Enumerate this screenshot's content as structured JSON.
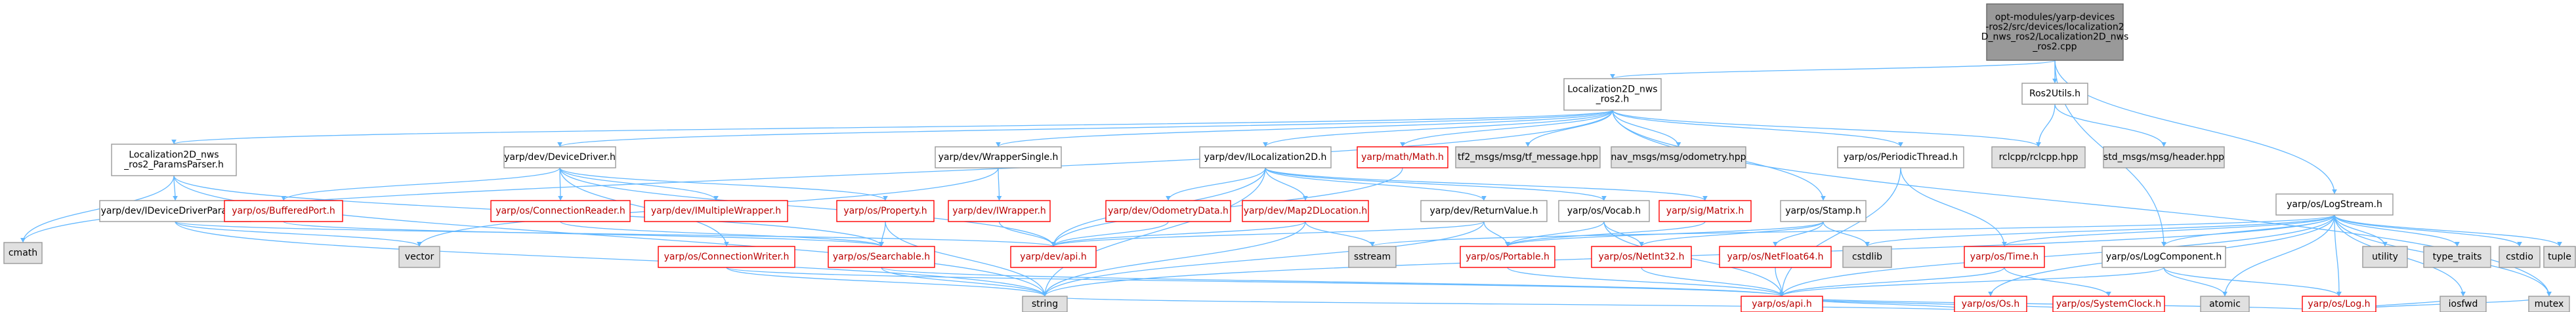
{
  "colors": {
    "root_fill": "#999999",
    "edge": "#63b8ff",
    "missing_fill": "#e0e0e0",
    "red_border": "#ff0000"
  },
  "nodes": [
    {
      "id": "root",
      "lines": [
        "opt-modules/yarp-devices",
        "-ros2/src/devices/localization2",
        "D_nws_ros2/Localization2D_nws",
        "_ros2.cpp"
      ],
      "kind": "root"
    },
    {
      "id": "loc_h",
      "lines": [
        "Localization2D_nws",
        "_ros2.h"
      ],
      "kind": "plain"
    },
    {
      "id": "ros2utils",
      "lines": [
        "Ros2Utils.h"
      ],
      "kind": "plain"
    },
    {
      "id": "logstream",
      "lines": [
        "yarp/os/LogStream.h"
      ],
      "kind": "plain"
    },
    {
      "id": "cmath",
      "lines": [
        "cmath"
      ],
      "kind": "grey"
    },
    {
      "id": "params",
      "lines": [
        "Localization2D_nws",
        "_ros2_ParamsParser.h"
      ],
      "kind": "plain"
    },
    {
      "id": "devicedriver",
      "lines": [
        "yarp/dev/DeviceDriver.h"
      ],
      "kind": "plain"
    },
    {
      "id": "wrappersingle",
      "lines": [
        "yarp/dev/WrapperSingle.h"
      ],
      "kind": "plain"
    },
    {
      "id": "ilocalization",
      "lines": [
        "yarp/dev/ILocalization2D.h"
      ],
      "kind": "plain"
    },
    {
      "id": "mathh",
      "lines": [
        "yarp/math/Math.h"
      ],
      "kind": "red"
    },
    {
      "id": "tf2",
      "lines": [
        "tf2_msgs/msg/tf_message.hpp"
      ],
      "kind": "grey"
    },
    {
      "id": "navmsgs",
      "lines": [
        "nav_msgs/msg/odometry.hpp"
      ],
      "kind": "grey"
    },
    {
      "id": "periodic",
      "lines": [
        "yarp/os/PeriodicThread.h"
      ],
      "kind": "plain"
    },
    {
      "id": "rclcpp",
      "lines": [
        "rclcpp/rclcpp.hpp"
      ],
      "kind": "grey"
    },
    {
      "id": "stdmsgs",
      "lines": [
        "std_msgs/msg/header.hpp"
      ],
      "kind": "grey"
    },
    {
      "id": "idevparams",
      "lines": [
        "yarp/dev/IDeviceDriverParams.h"
      ],
      "kind": "plain"
    },
    {
      "id": "bufferedport",
      "lines": [
        "yarp/os/BufferedPort.h"
      ],
      "kind": "red"
    },
    {
      "id": "connreader",
      "lines": [
        "yarp/os/ConnectionReader.h"
      ],
      "kind": "red"
    },
    {
      "id": "property",
      "lines": [
        "yarp/os/Property.h"
      ],
      "kind": "red"
    },
    {
      "id": "imultiwrapper",
      "lines": [
        "yarp/dev/IMultipleWrapper.h"
      ],
      "kind": "red"
    },
    {
      "id": "iwrapper",
      "lines": [
        "yarp/dev/IWrapper.h"
      ],
      "kind": "red"
    },
    {
      "id": "odomdata",
      "lines": [
        "yarp/dev/OdometryData.h"
      ],
      "kind": "red"
    },
    {
      "id": "map2dloc",
      "lines": [
        "yarp/dev/Map2DLocation.h"
      ],
      "kind": "red"
    },
    {
      "id": "returnvalue",
      "lines": [
        "yarp/dev/ReturnValue.h"
      ],
      "kind": "plain"
    },
    {
      "id": "vocab",
      "lines": [
        "yarp/os/Vocab.h"
      ],
      "kind": "plain"
    },
    {
      "id": "sigmatrix",
      "lines": [
        "yarp/sig/Matrix.h"
      ],
      "kind": "red"
    },
    {
      "id": "stamp",
      "lines": [
        "yarp/os/Stamp.h"
      ],
      "kind": "plain"
    },
    {
      "id": "timeh",
      "lines": [
        "yarp/os/Time.h"
      ],
      "kind": "red"
    },
    {
      "id": "logcomponent",
      "lines": [
        "yarp/os/LogComponent.h"
      ],
      "kind": "plain"
    },
    {
      "id": "typetraits",
      "lines": [
        "type_traits"
      ],
      "kind": "grey"
    },
    {
      "id": "utility",
      "lines": [
        "utility"
      ],
      "kind": "grey"
    },
    {
      "id": "cstdio",
      "lines": [
        "cstdio"
      ],
      "kind": "grey"
    },
    {
      "id": "tuple",
      "lines": [
        "tuple"
      ],
      "kind": "grey"
    },
    {
      "id": "mutex",
      "lines": [
        "mutex"
      ],
      "kind": "grey"
    },
    {
      "id": "vector",
      "lines": [
        "vector"
      ],
      "kind": "grey"
    },
    {
      "id": "connwriter",
      "lines": [
        "yarp/os/ConnectionWriter.h"
      ],
      "kind": "red"
    },
    {
      "id": "searchable",
      "lines": [
        "yarp/os/Searchable.h"
      ],
      "kind": "red"
    },
    {
      "id": "devapi",
      "lines": [
        "yarp/dev/api.h"
      ],
      "kind": "red"
    },
    {
      "id": "sstream",
      "lines": [
        "sstream"
      ],
      "kind": "grey"
    },
    {
      "id": "portable",
      "lines": [
        "yarp/os/Portable.h"
      ],
      "kind": "red"
    },
    {
      "id": "netint32",
      "lines": [
        "yarp/os/NetInt32.h"
      ],
      "kind": "red"
    },
    {
      "id": "netfloat64",
      "lines": [
        "yarp/os/NetFloat64.h"
      ],
      "kind": "red"
    },
    {
      "id": "cstdlib",
      "lines": [
        "cstdlib"
      ],
      "kind": "grey"
    },
    {
      "id": "osh",
      "lines": [
        "yarp/os/Os.h"
      ],
      "kind": "red"
    },
    {
      "id": "sysclock",
      "lines": [
        "yarp/os/SystemClock.h"
      ],
      "kind": "red"
    },
    {
      "id": "atomic",
      "lines": [
        "atomic"
      ],
      "kind": "grey"
    },
    {
      "id": "logh",
      "lines": [
        "yarp/os/Log.h"
      ],
      "kind": "red"
    },
    {
      "id": "string",
      "lines": [
        "string"
      ],
      "kind": "grey"
    },
    {
      "id": "osapi",
      "lines": [
        "yarp/os/api.h"
      ],
      "kind": "red"
    },
    {
      "id": "iosfwd",
      "lines": [
        "iosfwd"
      ],
      "kind": "grey"
    }
  ],
  "edges": [
    [
      "root",
      "loc_h"
    ],
    [
      "root",
      "ros2utils"
    ],
    [
      "root",
      "logstream"
    ],
    [
      "root",
      "logcomponent"
    ],
    [
      "loc_h",
      "cmath"
    ],
    [
      "loc_h",
      "params"
    ],
    [
      "loc_h",
      "devicedriver"
    ],
    [
      "loc_h",
      "wrappersingle"
    ],
    [
      "loc_h",
      "ilocalization"
    ],
    [
      "loc_h",
      "mathh"
    ],
    [
      "loc_h",
      "tf2"
    ],
    [
      "loc_h",
      "navmsgs"
    ],
    [
      "loc_h",
      "periodic"
    ],
    [
      "loc_h",
      "rclcpp"
    ],
    [
      "loc_h",
      "stamp"
    ],
    [
      "loc_h",
      "mutex"
    ],
    [
      "ros2utils",
      "rclcpp"
    ],
    [
      "ros2utils",
      "stdmsgs"
    ],
    [
      "params",
      "cmath"
    ],
    [
      "params",
      "idevparams"
    ],
    [
      "params",
      "searchable"
    ],
    [
      "params",
      "string"
    ],
    [
      "idevparams",
      "vector"
    ],
    [
      "idevparams",
      "string"
    ],
    [
      "idevparams",
      "devapi"
    ],
    [
      "devicedriver",
      "bufferedport"
    ],
    [
      "devicedriver",
      "connreader"
    ],
    [
      "devicedriver",
      "property"
    ],
    [
      "devicedriver",
      "imultiwrapper"
    ],
    [
      "devicedriver",
      "devapi"
    ],
    [
      "devicedriver",
      "connwriter"
    ],
    [
      "wrappersingle",
      "iwrapper"
    ],
    [
      "wrappersingle",
      "vector"
    ],
    [
      "ilocalization",
      "odomdata"
    ],
    [
      "ilocalization",
      "map2dloc"
    ],
    [
      "ilocalization",
      "returnvalue"
    ],
    [
      "ilocalization",
      "vocab"
    ],
    [
      "ilocalization",
      "sigmatrix"
    ],
    [
      "ilocalization",
      "devapi"
    ],
    [
      "ilocalization",
      "string"
    ],
    [
      "property",
      "searchable"
    ],
    [
      "property",
      "string"
    ],
    [
      "connreader",
      "searchable"
    ],
    [
      "iwrapper",
      "devapi"
    ],
    [
      "odomdata",
      "devapi"
    ],
    [
      "map2dloc",
      "devapi"
    ],
    [
      "map2dloc",
      "sstream"
    ],
    [
      "map2dloc",
      "string"
    ],
    [
      "returnvalue",
      "portable"
    ],
    [
      "returnvalue",
      "string"
    ],
    [
      "returnvalue",
      "devapi"
    ],
    [
      "vocab",
      "portable"
    ],
    [
      "vocab",
      "netint32"
    ],
    [
      "vocab",
      "osapi"
    ],
    [
      "periodic",
      "timeh"
    ],
    [
      "periodic",
      "osapi"
    ],
    [
      "stamp",
      "portable"
    ],
    [
      "stamp",
      "netint32"
    ],
    [
      "stamp",
      "netfloat64"
    ],
    [
      "stamp",
      "cstdlib"
    ],
    [
      "logstream",
      "timeh"
    ],
    [
      "logstream",
      "logcomponent"
    ],
    [
      "logstream",
      "osh"
    ],
    [
      "logstream",
      "logh"
    ],
    [
      "logstream",
      "typetraits"
    ],
    [
      "logstream",
      "utility"
    ],
    [
      "logstream",
      "cstdio"
    ],
    [
      "logstream",
      "tuple"
    ],
    [
      "logstream",
      "mutex"
    ],
    [
      "logstream",
      "string"
    ],
    [
      "logstream",
      "sstream"
    ],
    [
      "logstream",
      "osapi"
    ],
    [
      "logstream",
      "iosfwd"
    ],
    [
      "logstream",
      "atomic"
    ],
    [
      "logstream",
      "cstdlib"
    ],
    [
      "timeh",
      "sysclock"
    ],
    [
      "timeh",
      "osapi"
    ],
    [
      "logcomponent",
      "logh"
    ],
    [
      "logcomponent",
      "atomic"
    ],
    [
      "logcomponent",
      "osapi"
    ],
    [
      "osh",
      "osapi"
    ],
    [
      "osh",
      "string"
    ],
    [
      "sysclock",
      "osapi"
    ],
    [
      "logh",
      "osapi"
    ],
    [
      "logh",
      "iosfwd"
    ],
    [
      "logh",
      "mutex"
    ],
    [
      "searchable",
      "osapi"
    ],
    [
      "searchable",
      "string"
    ],
    [
      "connwriter",
      "string"
    ],
    [
      "connwriter",
      "osapi"
    ],
    [
      "portable",
      "osapi"
    ],
    [
      "netint32",
      "osapi"
    ],
    [
      "netfloat64",
      "osapi"
    ],
    [
      "sigmatrix",
      "portable"
    ],
    [
      "bufferedport",
      "searchable"
    ],
    [
      "mathh",
      "devapi"
    ]
  ]
}
